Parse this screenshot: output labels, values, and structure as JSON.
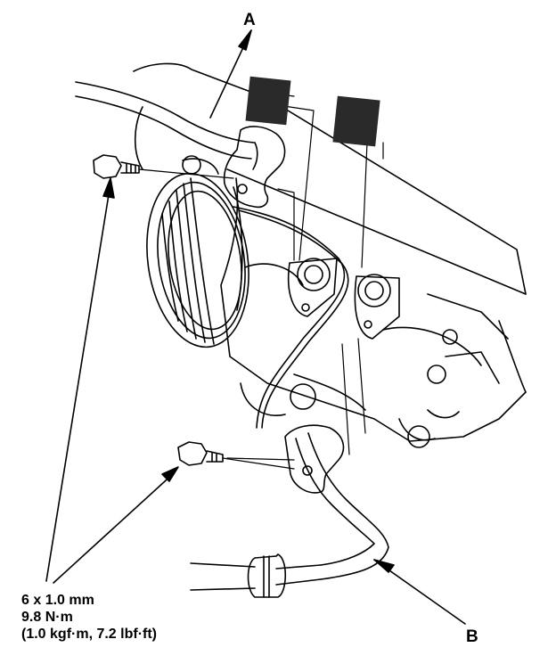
{
  "callouts": {
    "a": "A",
    "b": "B"
  },
  "bolt_spec": {
    "size": "6 x 1.0 mm",
    "torque_nm": "9.8 N·m",
    "torque_alt": "(1.0 kgf·m, 7.2 lbf·ft)"
  },
  "colors": {
    "ink": "#000000",
    "seal_fill": "#2a2a2a",
    "paper": "#ffffff"
  }
}
